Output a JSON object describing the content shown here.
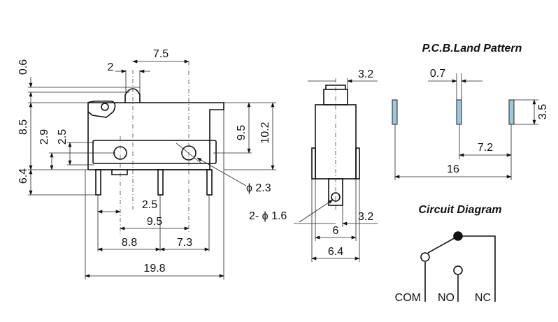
{
  "titles": {
    "pcb": "P.C.B.Land Pattern",
    "circuit": "Circuit Diagram"
  },
  "front_view": {
    "dims": {
      "d0_6": "0.6",
      "d7_5": "7.5",
      "d2": "2",
      "d8_5": "8.5",
      "d2_9": "2.9",
      "d2_5_left": "2.5",
      "d6_4_left": "6.4",
      "d9_5_right": "9.5",
      "d10_2": "10.2",
      "phi2_3": "ϕ 2.3",
      "d2_5_bottom": "2.5",
      "d9_5_bottom": "9.5",
      "d8_8": "8.8",
      "d7_3": "7.3",
      "d19_8": "19.8"
    }
  },
  "side_view": {
    "dims": {
      "d3_2_top": "3.2",
      "phi1_6": "2- ϕ 1.6",
      "d3_2_bottom": "3.2",
      "d6": "6",
      "d6_4": "6.4"
    }
  },
  "pcb_pattern": {
    "dims": {
      "d0_7": "0.7",
      "d3_5": "3.5",
      "d7_2": "7.2",
      "d16": "16"
    },
    "pad_color": "#9ec6dc"
  },
  "circuit": {
    "labels": {
      "com": "COM",
      "no": "NO",
      "nc": "NC"
    }
  }
}
